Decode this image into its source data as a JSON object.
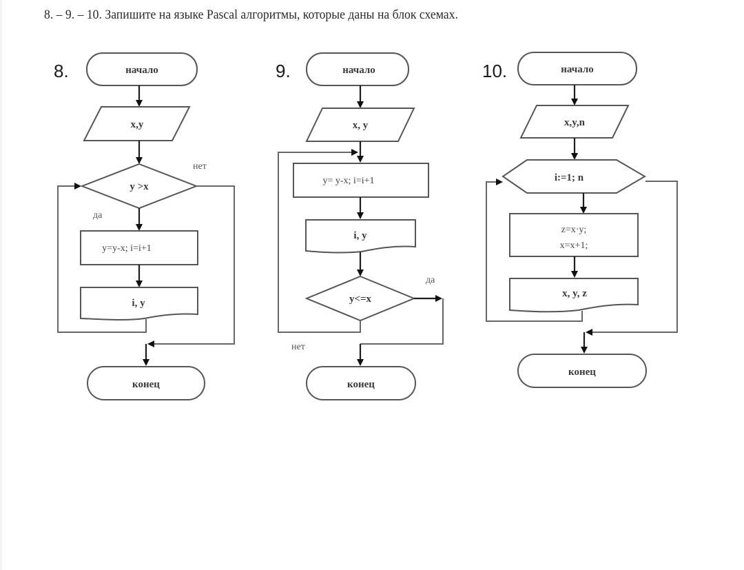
{
  "page": {
    "title": "8. – 9. – 10. Запишите на языке Pascal алгоритмы, которые даны на блок схемах."
  },
  "flowcharts": [
    {
      "number": "8.",
      "start": "начало",
      "input": "x,y",
      "condition": "y >x",
      "branch_yes": "да",
      "branch_no": "нет",
      "process": "y=y-x; i=i+1",
      "output": "i, y",
      "end": "конец"
    },
    {
      "number": "9.",
      "start": "начало",
      "input": "x, y",
      "process": "y= y-x;  i=i+1",
      "output": "i, y",
      "condition": "y<=x",
      "branch_yes": "да",
      "branch_no": "нет",
      "end": "конец"
    },
    {
      "number": "10.",
      "start": "начало",
      "input": "x,y,n",
      "loop": "i:=1; n",
      "process_line1": "z=x·y;",
      "process_line2": "x=x+1;",
      "output": "x, y, z",
      "end": "конец"
    }
  ]
}
